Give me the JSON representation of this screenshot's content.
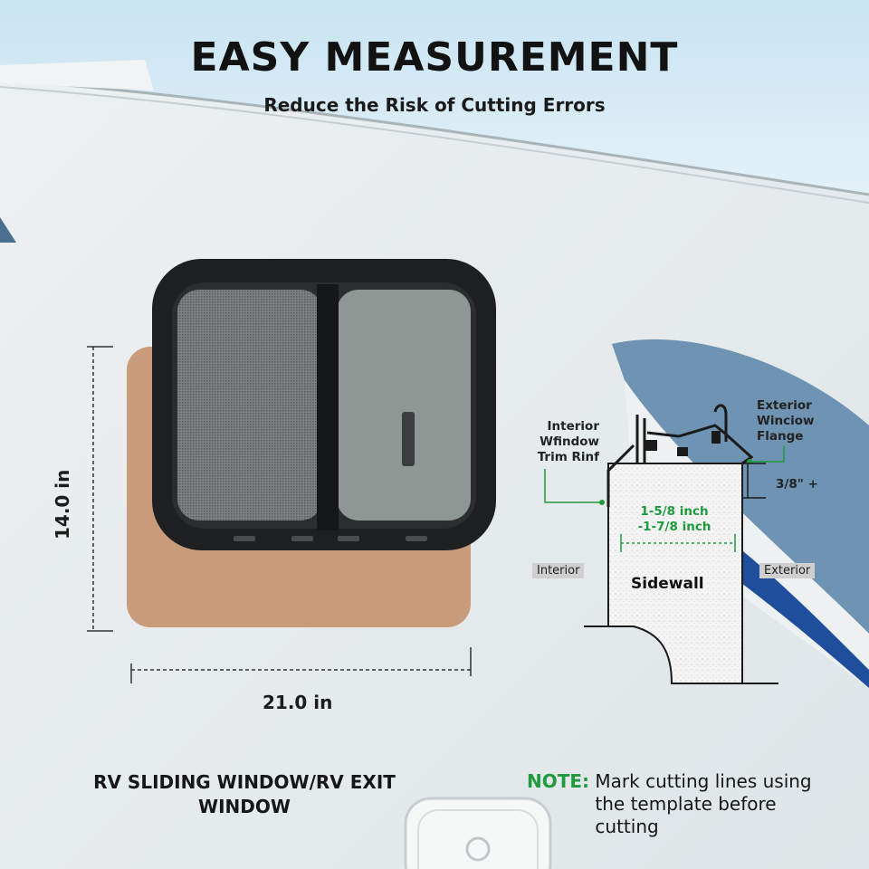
{
  "header": {
    "title": "EASY MEASUREMENT",
    "subtitle": "Reduce the Risk of Cutting Errors"
  },
  "dimensions": {
    "height_label": "14.0 in",
    "width_label": "21.0 in"
  },
  "diagram": {
    "interior_trim_label": "Interior Wfindow Trim Rinf",
    "exterior_flange_label": "Exterior Winciow Flange",
    "flange_depth": "3/8\" +",
    "wall_thickness_line1": "1-5/8 inch",
    "wall_thickness_line2": "-1-7/8 inch",
    "interior_tag": "Interior",
    "exterior_tag": "Exterior",
    "sidewall_label": "Sidewall"
  },
  "product": {
    "name": "RV SLIDING WINDOW/RV EXIT WINDOW"
  },
  "note": {
    "keyword": "NOTE:",
    "text": "Mark cutting lines using the template before cutting"
  },
  "colors": {
    "accent_green": "#1f9a3c",
    "template_tan": "#c89b7b",
    "sky": "#cfe6f4",
    "stripe_blue": "#1f4f9c"
  }
}
